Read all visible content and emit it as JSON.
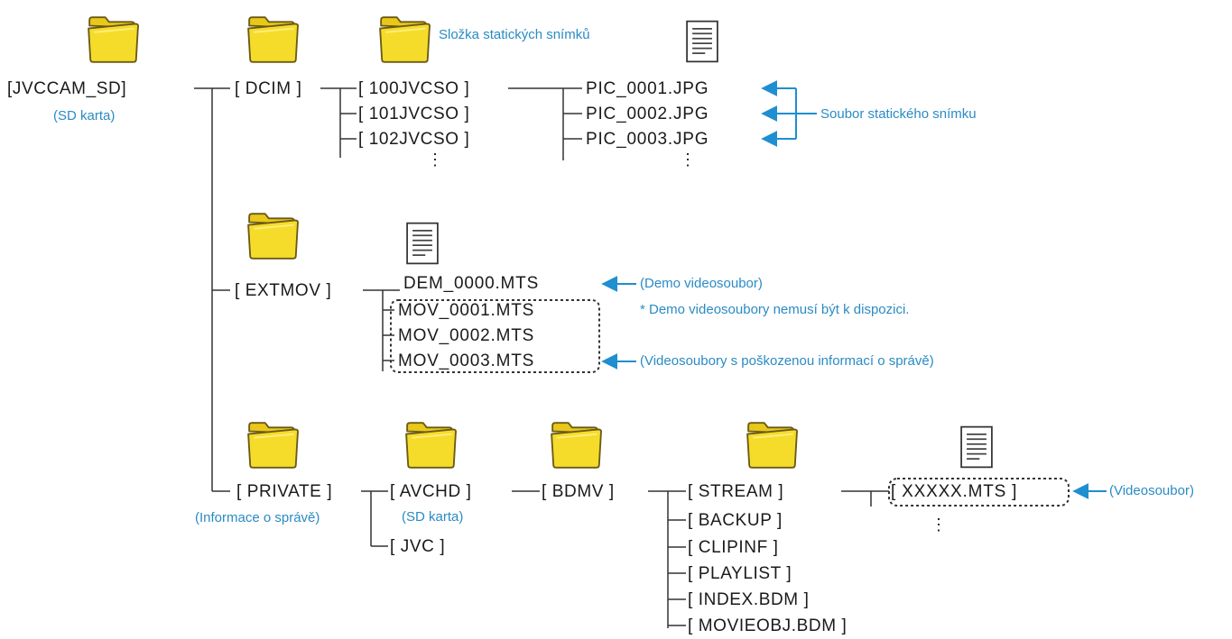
{
  "colors": {
    "accent": "#1e8fd0",
    "folder_fill": "#f6dc2a",
    "folder_stroke": "#6b5a16",
    "text": "#1a1a1a",
    "line": "#333333"
  },
  "root": {
    "label": "[JVCCAM_SD]",
    "note": "(SD karta)"
  },
  "dcim": {
    "label": "[ DCIM ]",
    "note": "Složka statických snímků",
    "subfolders": [
      "[ 100JVCSO ]",
      "[ 101JVCSO ]",
      "[ 102JVCSO ]"
    ],
    "files": [
      "PIC_0001.JPG",
      "PIC_0002.JPG",
      "PIC_0003.JPG"
    ],
    "files_note": "Soubor statického snímku",
    "more": "⋮"
  },
  "extmov": {
    "label": "[ EXTMOV ]",
    "demo_file": "DEM_0000.MTS",
    "demo_note": "(Demo videosoubor)",
    "demo_footnote": "* Demo videosoubory nemusí být k dispozici.",
    "files": [
      "MOV_0001.MTS",
      "MOV_0002.MTS",
      "MOV_0003.MTS"
    ],
    "files_note": "(Videosoubory s poškozenou informací o správě)"
  },
  "private": {
    "label": "[ PRIVATE ]",
    "note": "(Informace o správě)",
    "avchd": {
      "label": "[ AVCHD ]",
      "note": "(SD karta)"
    },
    "jvc": {
      "label": "[ JVC ]"
    },
    "bdmv": {
      "label": "[ BDMV ]"
    },
    "bdmv_children": [
      "[ STREAM ]",
      "[ BACKUP ]",
      "[ CLIPINF ]",
      "[ PLAYLIST ]",
      "[ INDEX.BDM ]",
      "[ MOVIEOBJ.BDM ]"
    ],
    "stream_file": "[ XXXXX.MTS ]",
    "stream_note": "(Videosoubor)",
    "more": "⋮"
  }
}
